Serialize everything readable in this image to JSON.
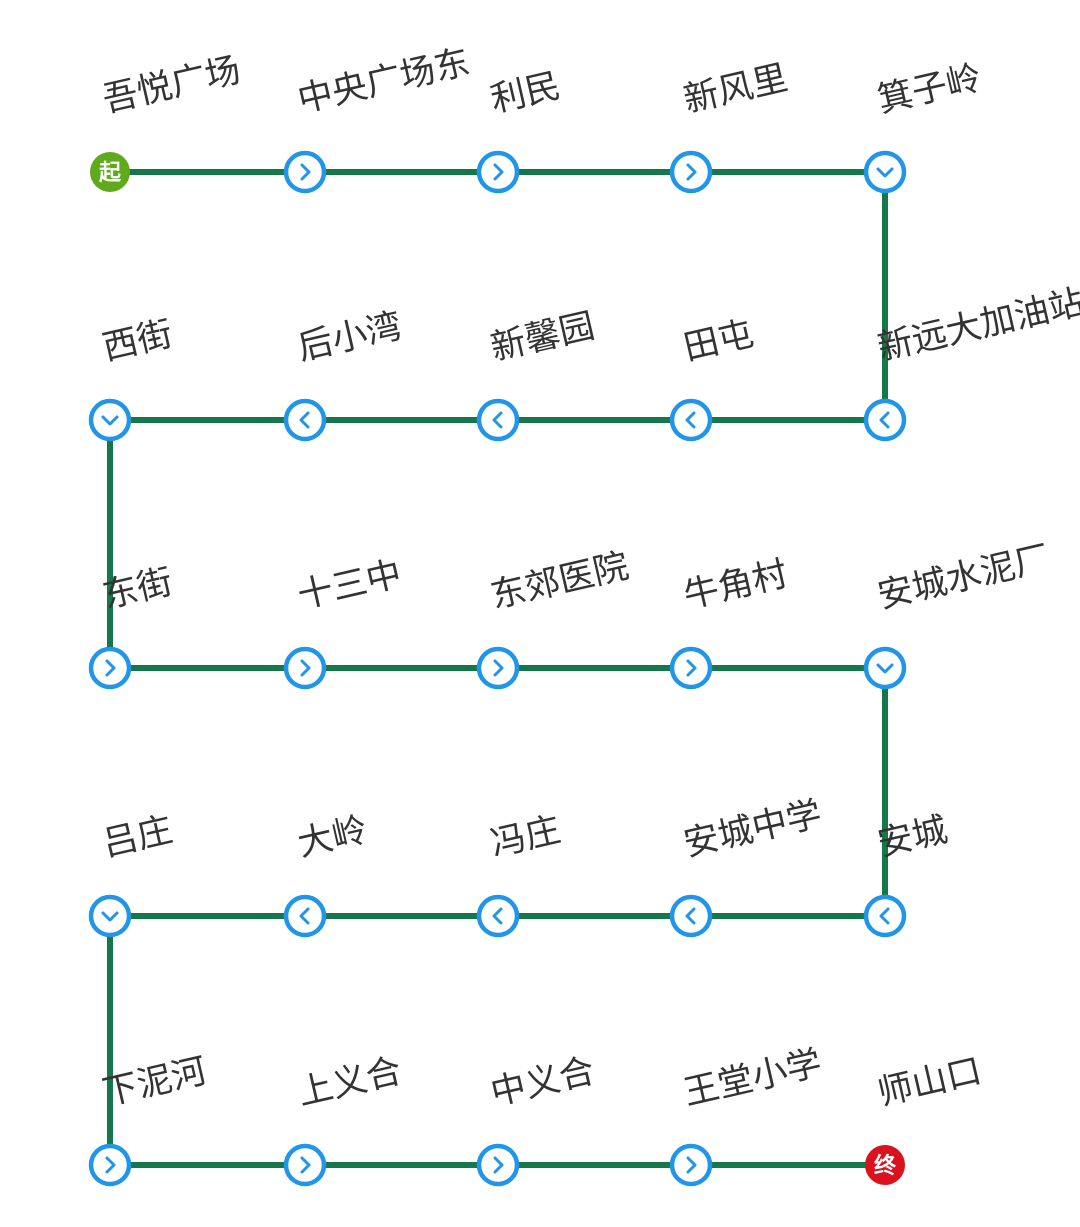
{
  "colors": {
    "line": "#16784a",
    "node_ring": "#2196e8",
    "start": "#5eaa1a",
    "end": "#d9121d",
    "label": "#333333"
  },
  "markers": {
    "start": "起",
    "end": "终"
  },
  "stations": [
    {
      "name": "吾悦广场",
      "kind": "start"
    },
    {
      "name": "中央广场东",
      "kind": "stop",
      "arrow": "right"
    },
    {
      "name": "利民",
      "kind": "stop",
      "arrow": "right"
    },
    {
      "name": "新风里",
      "kind": "stop",
      "arrow": "right"
    },
    {
      "name": "箕子岭",
      "kind": "stop",
      "arrow": "down"
    },
    {
      "name": "新远大加油站",
      "kind": "stop",
      "arrow": "left"
    },
    {
      "name": "田屯",
      "kind": "stop",
      "arrow": "left"
    },
    {
      "name": "新馨园",
      "kind": "stop",
      "arrow": "left"
    },
    {
      "name": "后小湾",
      "kind": "stop",
      "arrow": "left"
    },
    {
      "name": "西街",
      "kind": "stop",
      "arrow": "down"
    },
    {
      "name": "东街",
      "kind": "stop",
      "arrow": "right"
    },
    {
      "name": "十三中",
      "kind": "stop",
      "arrow": "right"
    },
    {
      "name": "东郊医院",
      "kind": "stop",
      "arrow": "right"
    },
    {
      "name": "牛角村",
      "kind": "stop",
      "arrow": "right"
    },
    {
      "name": "安城水泥厂",
      "kind": "stop",
      "arrow": "down"
    },
    {
      "name": "安城",
      "kind": "stop",
      "arrow": "left"
    },
    {
      "name": "安城中学",
      "kind": "stop",
      "arrow": "left"
    },
    {
      "name": "冯庄",
      "kind": "stop",
      "arrow": "left"
    },
    {
      "name": "大岭",
      "kind": "stop",
      "arrow": "left"
    },
    {
      "name": "吕庄",
      "kind": "stop",
      "arrow": "down"
    },
    {
      "name": "下泥河",
      "kind": "stop",
      "arrow": "right"
    },
    {
      "name": "上义合",
      "kind": "stop",
      "arrow": "right"
    },
    {
      "name": "中义合",
      "kind": "stop",
      "arrow": "right"
    },
    {
      "name": "王堂小学",
      "kind": "stop",
      "arrow": "right"
    },
    {
      "name": "师山口",
      "kind": "end"
    }
  ]
}
